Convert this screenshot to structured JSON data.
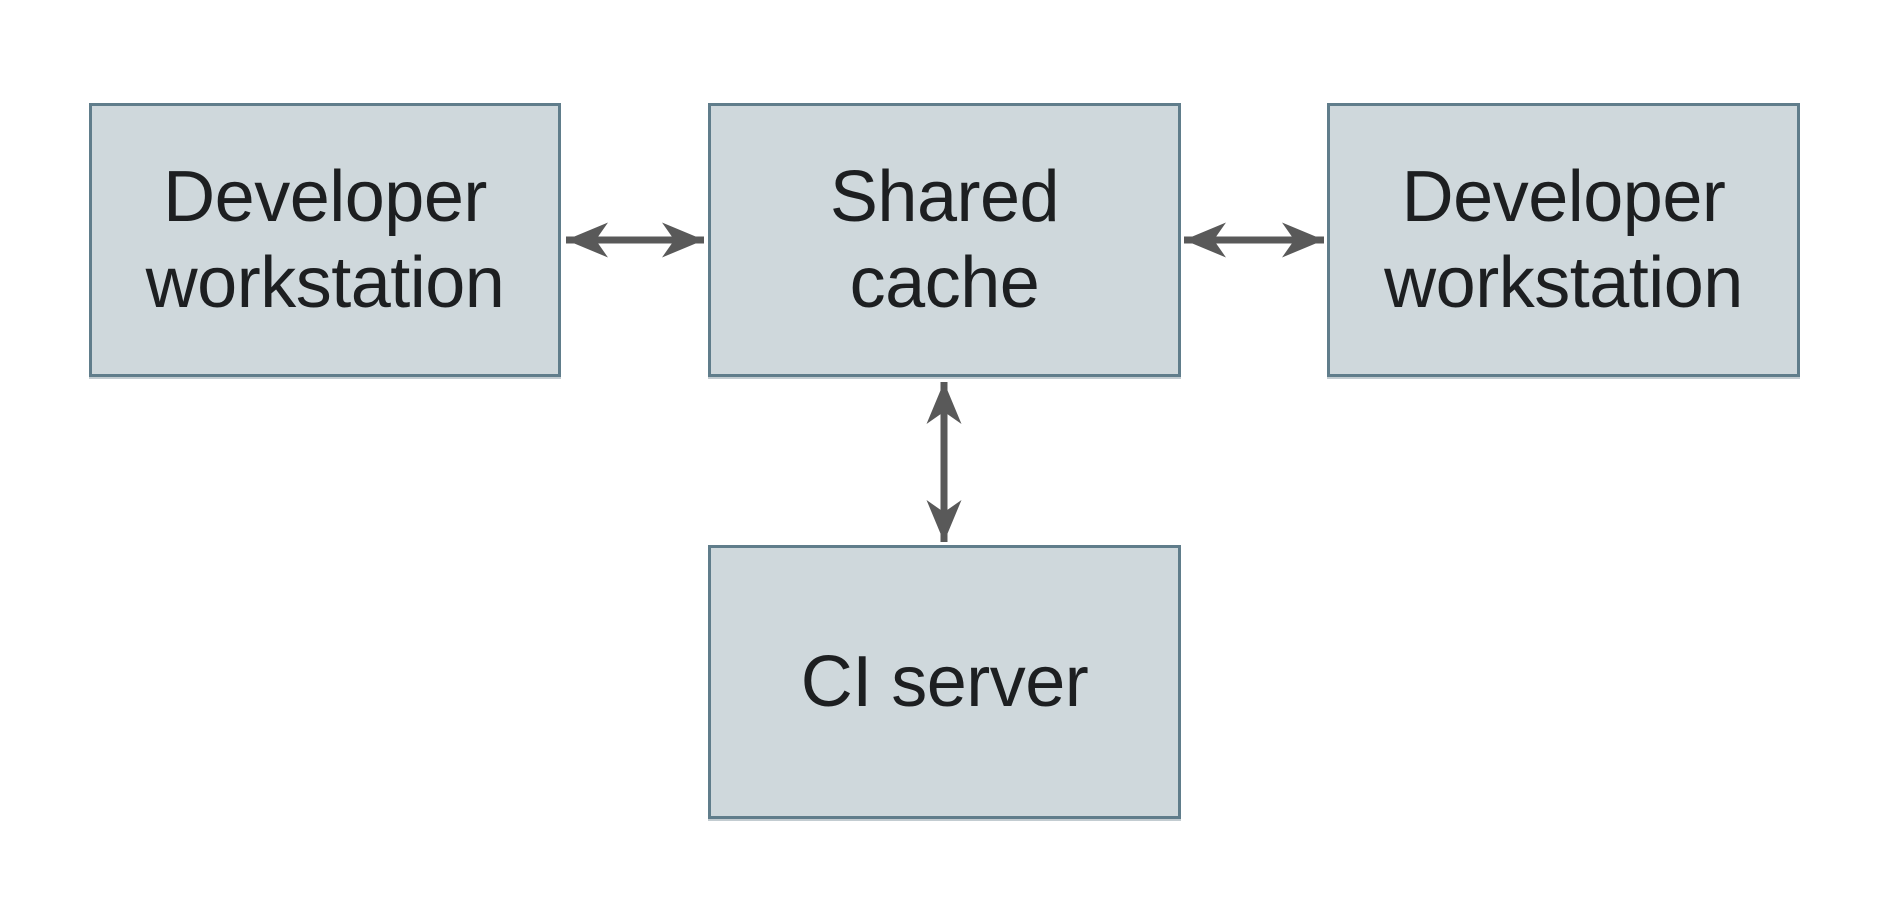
{
  "diagram": {
    "nodes": [
      {
        "id": "developer-workstation-left",
        "label": "Developer workstation",
        "lines": [
          "Developer",
          "workstation"
        ]
      },
      {
        "id": "shared-cache",
        "label": "Shared cache",
        "lines": [
          "Shared",
          "cache"
        ]
      },
      {
        "id": "developer-workstation-right",
        "label": "Developer workstation",
        "lines": [
          "Developer",
          "workstation"
        ]
      },
      {
        "id": "ci-server",
        "label": "CI server",
        "lines": [
          "CI server"
        ]
      }
    ],
    "edges": [
      {
        "from": "developer-workstation-left",
        "to": "shared-cache",
        "direction": "bidirectional"
      },
      {
        "from": "shared-cache",
        "to": "developer-workstation-right",
        "direction": "bidirectional"
      },
      {
        "from": "shared-cache",
        "to": "ci-server",
        "direction": "bidirectional"
      }
    ],
    "colors": {
      "background": "#ffffff",
      "node_fill": "#cfd8dc",
      "node_border": "#607d8b",
      "arrow": "#595959",
      "text": "#1d1f21"
    }
  }
}
